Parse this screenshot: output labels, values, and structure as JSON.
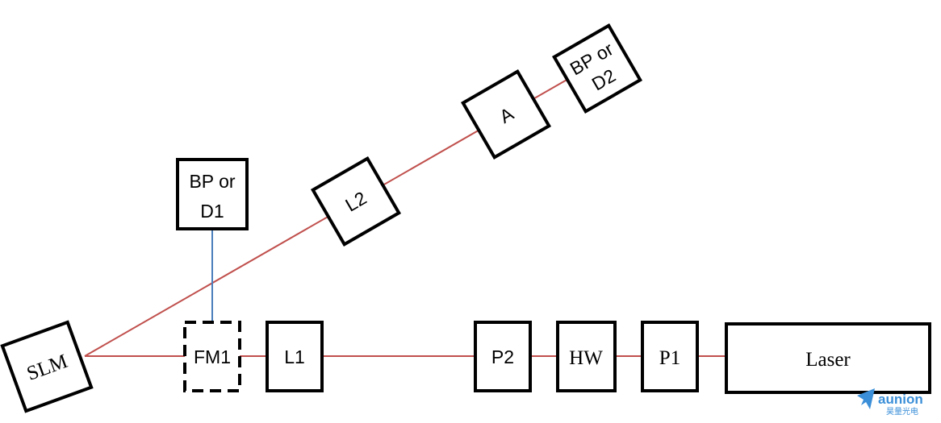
{
  "diagram": {
    "components": {
      "slm": "SLM",
      "fm1": "FM1",
      "l1": "L1",
      "p2": "P2",
      "hw": "HW",
      "p1": "P1",
      "laser": "Laser",
      "l2": "L2",
      "a": "A",
      "d1_line1": "BP or",
      "d1_line2": "D1",
      "d2_line1": "BP or",
      "d2_line2": "D2"
    },
    "colors": {
      "beam": "#c0504d",
      "reflected_beam": "#4a7ebb",
      "outline": "#000000"
    }
  },
  "watermark": {
    "brand": "aunion",
    "subtitle": "昊量光电",
    "icon": "paper-plane-icon",
    "color": "#3b8fd8"
  }
}
